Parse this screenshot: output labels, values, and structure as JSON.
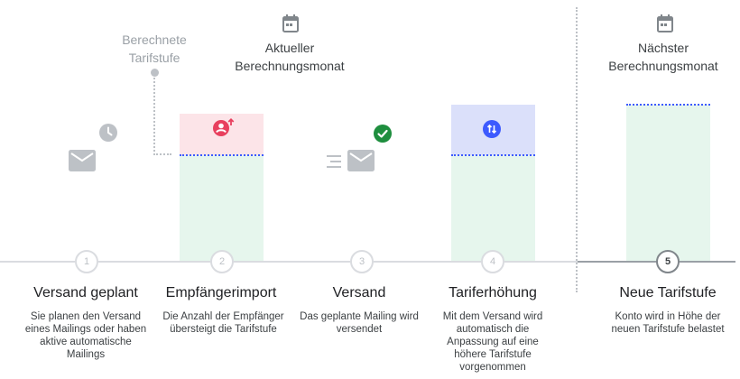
{
  "labels": {
    "calculated_tier": "Berechnete\nTarifstufe",
    "current_month": "Aktueller\nBerechnungsmonat",
    "next_month": "Nächster\nBerechnungsmonat"
  },
  "steps": [
    {
      "number": "1",
      "title": "Versand geplant",
      "description": "Sie planen den Versand eines Mailings oder haben aktive automatische Mailings"
    },
    {
      "number": "2",
      "title": "Empfängerimport",
      "description": "Die Anzahl der Empfänger übersteigt die Tarifstufe"
    },
    {
      "number": "3",
      "title": "Versand",
      "description": "Das geplante Mailing wird versendet"
    },
    {
      "number": "4",
      "title": "Tariferhöhung",
      "description": "Mit dem Versand wird automatisch die Anpassung auf eine höhere Tarifstufe vorgenommen"
    },
    {
      "number": "5",
      "title": "Neue Tarifstufe",
      "description": "Konto wird in Höhe der neuen Tarifstufe belastet"
    }
  ],
  "icons": [
    "calendar-icon",
    "clock-icon",
    "mail-icon",
    "user-add-icon",
    "check-circle-icon",
    "sending-mail-icon",
    "swap-vertical-icon"
  ],
  "colors": {
    "green_bar": "#e6f6ed",
    "pink_bar": "#fce4e8",
    "blue_bar": "#dbe0fa",
    "dotted_line": "#3d5afe",
    "user_icon": "#e8405e",
    "check_icon": "#1e8e3e",
    "swap_icon": "#3d5afe"
  }
}
